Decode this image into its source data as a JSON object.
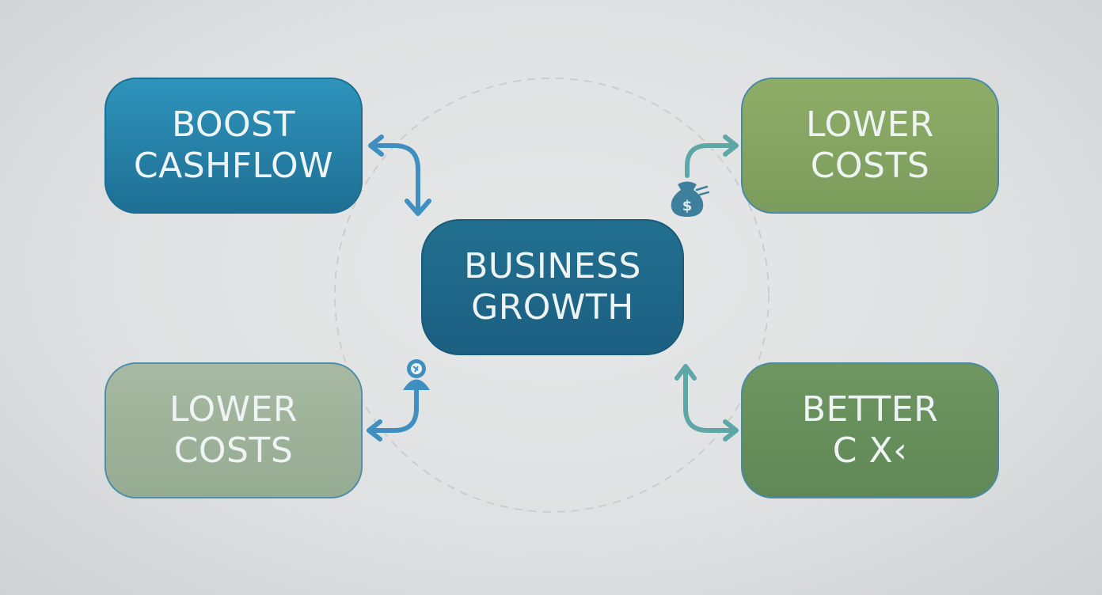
{
  "nodes": {
    "boost_cashflow": {
      "line1": "BOOST",
      "line2": "CASHFLOW"
    },
    "business_growth": {
      "line1": "BUSINESS",
      "line2": "GROWTH"
    },
    "lower_costs_top": {
      "line1": "LOWER",
      "line2": "COSTS"
    },
    "lower_costs_bottom": {
      "line1": "LOWER",
      "line2": "COSTS"
    },
    "better_cx": {
      "line1": "BETTER",
      "line2": "C X‹"
    }
  },
  "icons": {
    "money_bag": "money-bag-icon",
    "person": "person-icon",
    "dollar_glyph": "$"
  },
  "colors": {
    "boost": "#2a86ad",
    "growth": "#1f6687",
    "lower_top": "#86a663",
    "lower_bottom": "#9fb39b",
    "better": "#67905b",
    "arrow_blue": "#3f8fc0",
    "arrow_teal": "#5fa6a6"
  }
}
